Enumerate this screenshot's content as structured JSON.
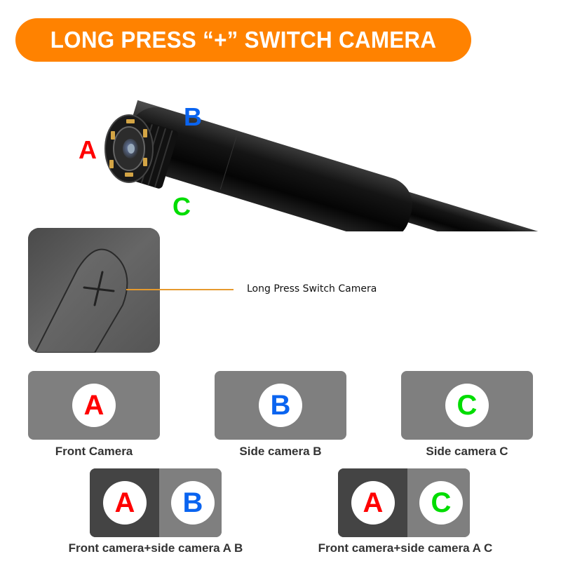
{
  "banner": {
    "title": "LONG PRESS “+” SWITCH CAMERA",
    "color": "#ff8200"
  },
  "camera_labels": {
    "a": {
      "letter": "A",
      "color": "#ff0000"
    },
    "b": {
      "letter": "B",
      "color": "#0a64f0"
    },
    "c": {
      "letter": "C",
      "color": "#00dd00"
    }
  },
  "button_photo": {
    "icon": "plus-icon"
  },
  "callout": {
    "text": "Long Press Switch Camera",
    "line_color": "#e69a2e"
  },
  "modes": [
    {
      "letters": [
        "A"
      ],
      "label": "Front Camera"
    },
    {
      "letters": [
        "B"
      ],
      "label": "Side camera B"
    },
    {
      "letters": [
        "C"
      ],
      "label": "Side camera C"
    },
    {
      "letters": [
        "A",
        "B"
      ],
      "label": "Front camera+side camera A B"
    },
    {
      "letters": [
        "A",
        "C"
      ],
      "label": "Front camera+side camera A C"
    }
  ],
  "colors": {
    "card_gray": "#7f7f7f",
    "card_dark": "#444444",
    "text": "#333333"
  }
}
